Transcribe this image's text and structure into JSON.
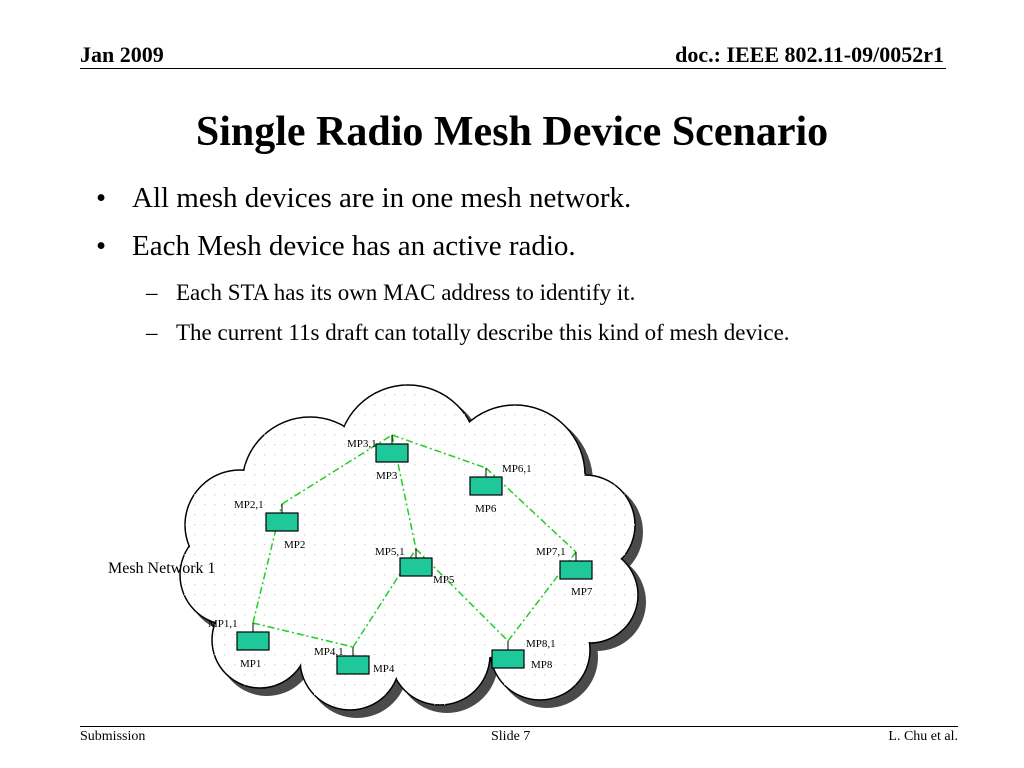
{
  "header": {
    "date": "Jan 2009",
    "doc": "doc.: IEEE 802.11-09/0052r1"
  },
  "title": "Single Radio Mesh Device Scenario",
  "bullets": [
    {
      "text": "All mesh devices are in one mesh network."
    },
    {
      "text": "Each Mesh device has an active radio."
    }
  ],
  "subbullets": [
    {
      "text": "Each STA has its own MAC address to identify it."
    },
    {
      "text": "The current 11s draft can totally describe this kind of mesh device."
    }
  ],
  "bullet_mark": "•",
  "sub_mark": "–",
  "diagram": {
    "network_label": "Mesh Network 1",
    "node_color": "#1fc89b",
    "link_color": "#22cc22",
    "nodes": [
      {
        "id": "mp1",
        "name": "MP1",
        "radio": "MP1,1"
      },
      {
        "id": "mp2",
        "name": "MP2",
        "radio": "MP2,1"
      },
      {
        "id": "mp3",
        "name": "MP3",
        "radio": "MP3,1"
      },
      {
        "id": "mp4",
        "name": "MP4",
        "radio": "MP4,1"
      },
      {
        "id": "mp5",
        "name": "MP5",
        "radio": "MP5,1"
      },
      {
        "id": "mp6",
        "name": "MP6",
        "radio": "MP6,1"
      },
      {
        "id": "mp7",
        "name": "MP7",
        "radio": "MP7,1"
      },
      {
        "id": "mp8",
        "name": "MP8",
        "radio": "MP8,1"
      }
    ],
    "links": [
      [
        "mp1",
        "mp2"
      ],
      [
        "mp2",
        "mp3"
      ],
      [
        "mp3",
        "mp6"
      ],
      [
        "mp3",
        "mp5"
      ],
      [
        "mp6",
        "mp7"
      ],
      [
        "mp1",
        "mp4"
      ],
      [
        "mp4",
        "mp5"
      ],
      [
        "mp5",
        "mp8"
      ],
      [
        "mp8",
        "mp7"
      ]
    ]
  },
  "footer": {
    "left": "Submission",
    "center": "Slide 7",
    "right": "L. Chu et al."
  }
}
